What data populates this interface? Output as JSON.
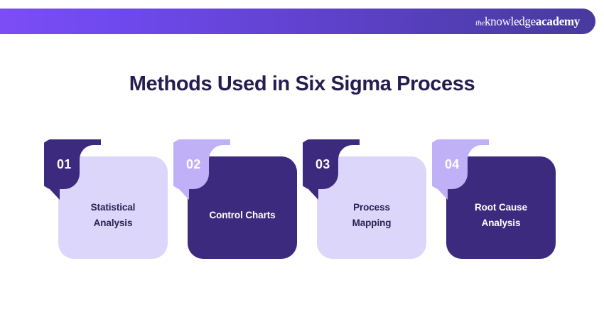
{
  "header": {
    "brand": {
      "the": "the",
      "knowledge": "knowledge",
      "academy": "academy"
    },
    "gradient_from": "#7C4DF5",
    "gradient_to": "#473A9E"
  },
  "title": "Methods Used in Six Sigma Process",
  "colors": {
    "title_text": "#251C4F",
    "card_light_bg": "#DDD6FB",
    "card_dark_bg": "#3B2A7D",
    "badge_light": "#BFB0F7",
    "badge_dark": "#3B2A7D",
    "text_dark": "#2A2151",
    "text_light": "#FFFFFF",
    "page_bg": "#FFFFFF"
  },
  "cards": [
    {
      "number": "01",
      "label": "Statistical\nAnalysis",
      "theme": "light"
    },
    {
      "number": "02",
      "label": "Control Charts",
      "theme": "dark"
    },
    {
      "number": "03",
      "label": "Process\nMapping",
      "theme": "light"
    },
    {
      "number": "04",
      "label": "Root Cause\nAnalysis",
      "theme": "dark"
    }
  ]
}
